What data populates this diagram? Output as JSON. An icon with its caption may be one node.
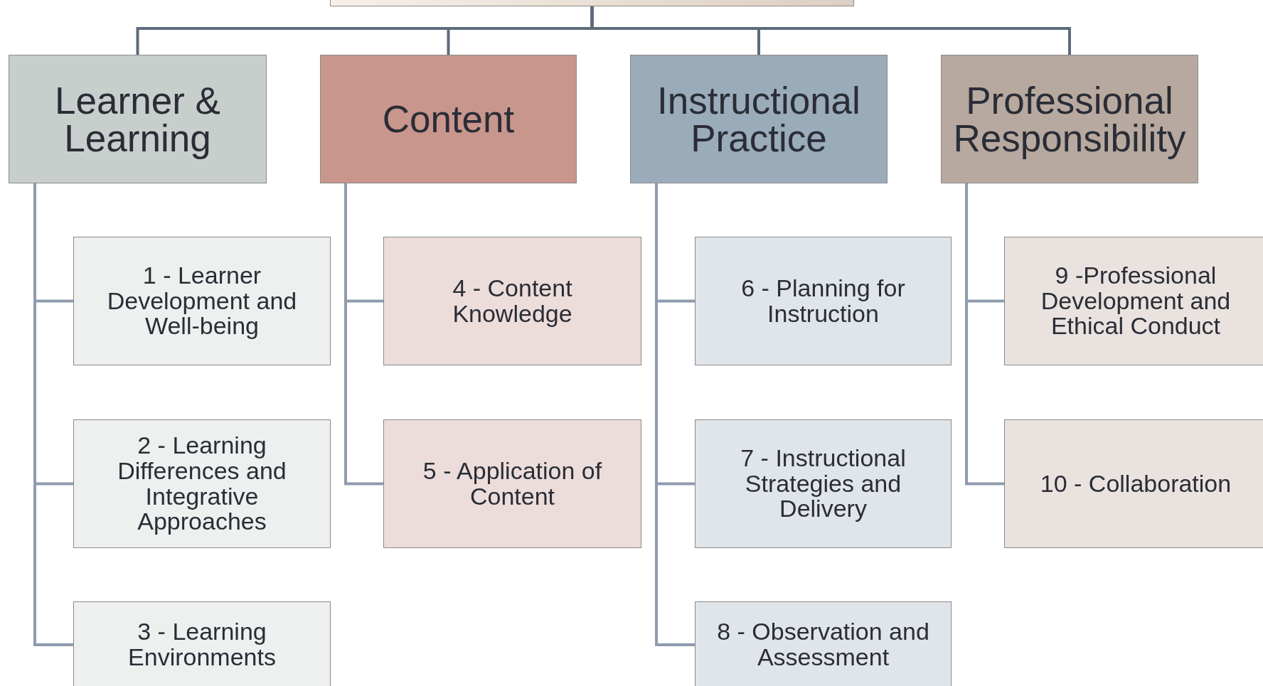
{
  "diagram": {
    "nodes": [
      {
        "text": [],
        "shape": "box"
      },
      {
        "text": [
          "Learner & Learning"
        ]
      },
      {
        "text": [
          "Content"
        ]
      },
      {
        "text": [
          "Instructional Practice"
        ]
      },
      {
        "text": [
          "Professional Responsibility"
        ]
      },
      {
        "text": [
          "1 - Learner Development and Well-being"
        ]
      },
      {
        "text": [
          "2 - Learning Differences and Integrative Approaches"
        ]
      },
      {
        "text": [
          "3 - Learning Environments"
        ]
      },
      {
        "text": [
          "4 - Content Knowledge"
        ]
      },
      {
        "text": [
          "5 - Application of Content"
        ]
      },
      {
        "text": [
          "6 - Planning for Instruction"
        ]
      },
      {
        "text": [
          "7 - Instructional Strategies and Delivery"
        ]
      },
      {
        "text": [
          "8 - Observation and Assessment"
        ]
      },
      {
        "text": [
          "9 -Professional Development and Ethical Conduct"
        ]
      },
      {
        "text": [
          "10 - Collaboration"
        ]
      }
    ],
    "edges": [
      {
        "from": 0,
        "to": 1,
        "arrow": "none",
        "color": "#5d6b7c"
      },
      {
        "from": 0,
        "to": 2,
        "arrow": "none",
        "color": "#5d6b7c"
      },
      {
        "from": 0,
        "to": 3,
        "arrow": "none",
        "color": "#5d6b7c"
      },
      {
        "from": 0,
        "to": 4,
        "arrow": "none",
        "color": "#5d6b7c"
      },
      {
        "from": 1,
        "to": 5,
        "arrow": "none"
      },
      {
        "from": 1,
        "to": 6,
        "arrow": "none"
      },
      {
        "from": 1,
        "to": 7,
        "arrow": "none"
      },
      {
        "from": 2,
        "to": 8,
        "arrow": "none"
      },
      {
        "from": 2,
        "to": 9,
        "arrow": "none"
      },
      {
        "from": 3,
        "to": 10,
        "arrow": "none"
      },
      {
        "from": 3,
        "to": 11,
        "arrow": "none"
      },
      {
        "from": 3,
        "to": 12,
        "arrow": "none"
      },
      {
        "from": 4,
        "to": 13,
        "arrow": "none"
      },
      {
        "from": 4,
        "to": 14,
        "arrow": "none"
      }
    ]
  }
}
